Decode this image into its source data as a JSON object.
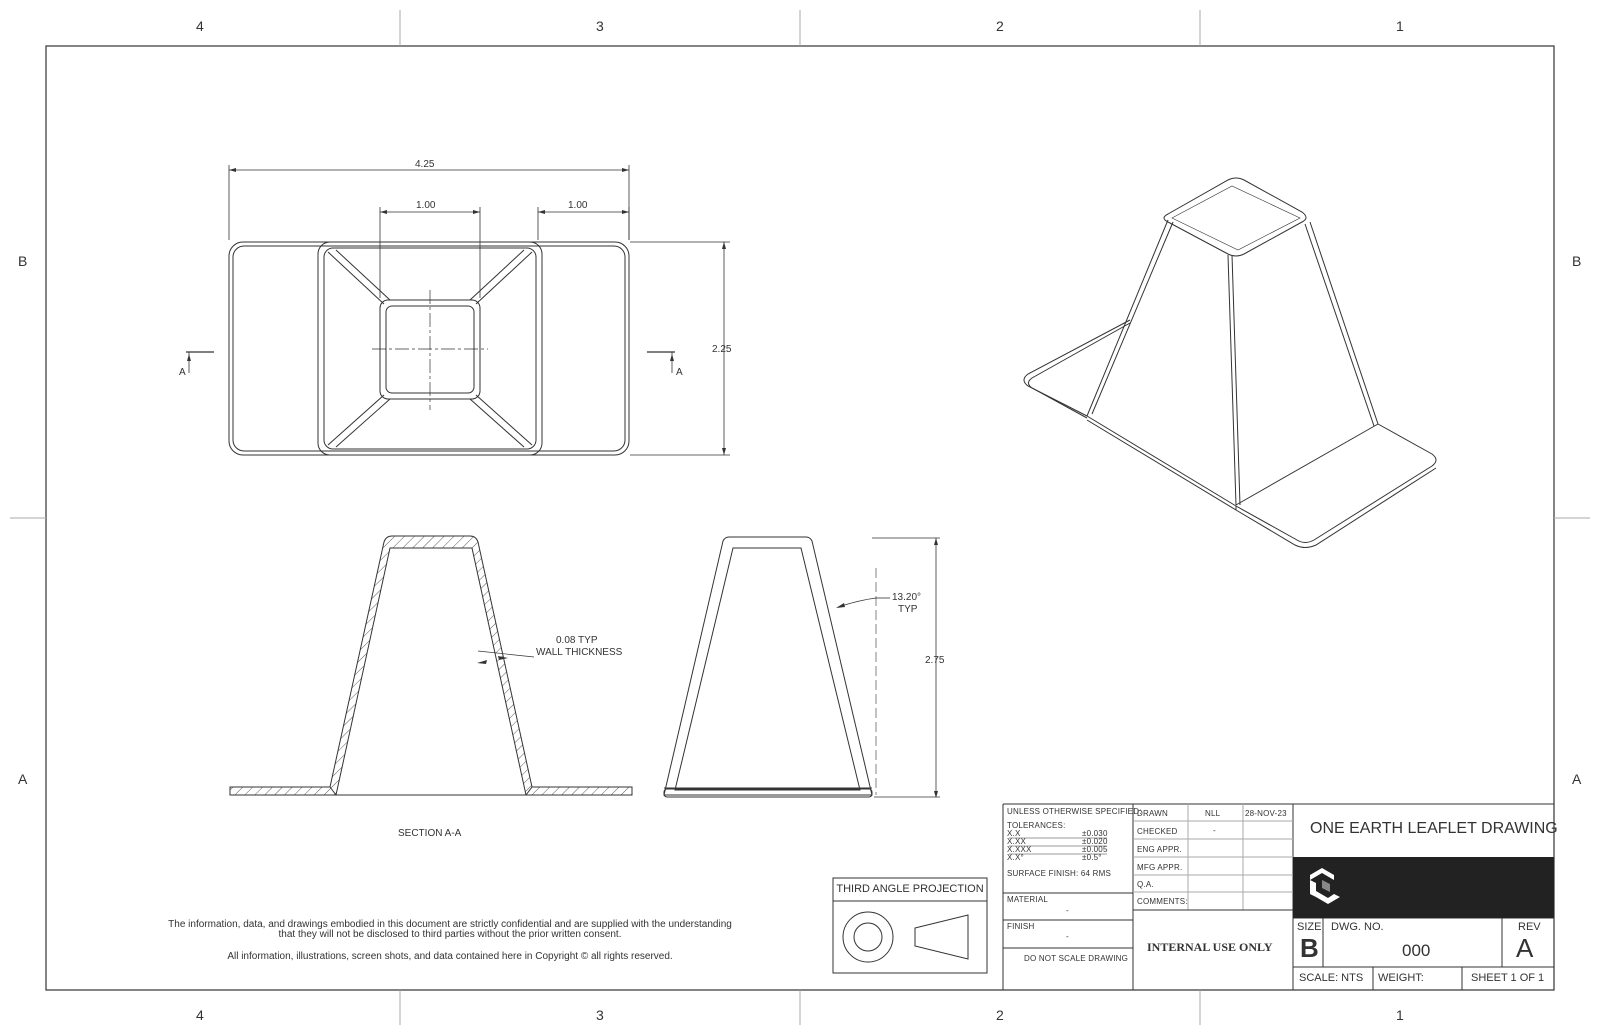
{
  "zones": {
    "columns": [
      "4",
      "3",
      "2",
      "1"
    ],
    "rows": [
      "B",
      "A"
    ]
  },
  "dimensions": {
    "overall_length": "4.25",
    "top_width_left": "1.00",
    "top_width_right": "1.00",
    "overall_width": "2.25",
    "height": "2.75",
    "angle": "13.20°",
    "angle_typ": "TYP",
    "wall_thickness_1": "0.08 TYP",
    "wall_thickness_2": "WALL THICKNESS"
  },
  "section_marks": {
    "left": "A",
    "right": "A"
  },
  "section_label": "SECTION A-A",
  "notes": {
    "confidential_1": "The information, data, and drawings embodied in this document are strictly confidential and are supplied with the understanding",
    "confidential_2": "that they will not be disclosed to third parties without the prior written consent.",
    "copyright": "All information, illustrations, screen shots, and data contained here in Copyright © all rights reserved."
  },
  "projection": {
    "label": "THIRD ANGLE PROJECTION"
  },
  "title_block": {
    "unless": "UNLESS OTHERWISE SPECIFIED:",
    "tolerances": "TOLERANCES:",
    "tol_rows": [
      {
        "k": "X.X",
        "v": "±0.030"
      },
      {
        "k": "X.XX",
        "v": "±0.020"
      },
      {
        "k": "X.XXX",
        "v": "±0.005"
      },
      {
        "k": "X.X°",
        "v": "±0.5°"
      }
    ],
    "surface_finish": "SURFACE FINISH: 64 RMS",
    "material_label": "MATERIAL",
    "material_value": "-",
    "finish_label": "FINISH",
    "finish_value": "-",
    "do_not_scale": "DO NOT SCALE DRAWING",
    "drawn": "DRAWN",
    "drawn_by": "NLL",
    "drawn_date": "28-NOV-23",
    "checked": "CHECKED",
    "checked_by": "-",
    "eng_appr": "ENG APPR.",
    "mfg_appr": "MFG APPR.",
    "qa": "Q.A.",
    "comments": "COMMENTS:",
    "internal": "INTERNAL USE ONLY",
    "title": "ONE EARTH LEAFLET DRAWING",
    "size_label": "SIZE",
    "size_value": "B",
    "dwg_no_label": "DWG.  NO.",
    "dwg_no_value": "000",
    "rev_label": "REV",
    "rev_value": "A",
    "scale": "SCALE: NTS",
    "weight": "WEIGHT:",
    "sheet": "SHEET 1 OF 1"
  },
  "colors": {
    "line": "#333333",
    "logo_band": "#222222"
  },
  "icons": {
    "company_logo": "cube-logo-icon"
  }
}
